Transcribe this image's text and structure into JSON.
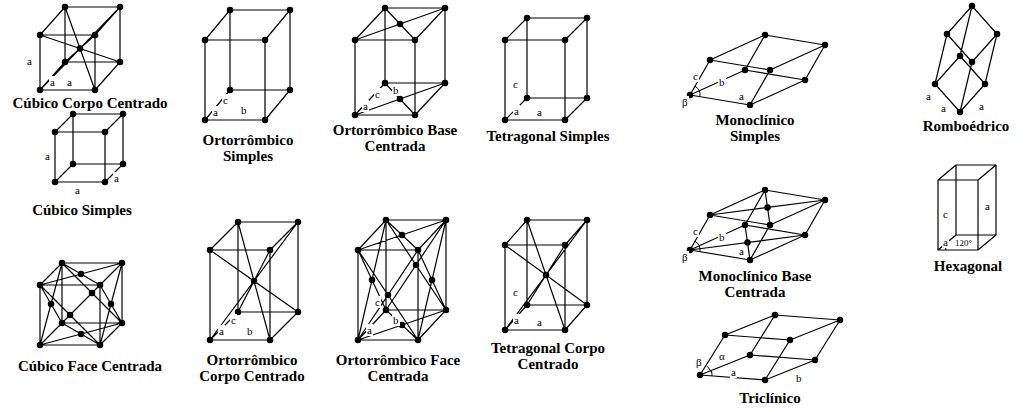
{
  "diagram": {
    "labels": [
      "a",
      "a",
      "a",
      "Cúbico Corpo Centrado",
      "a",
      "a",
      "a",
      "Cúbico Simples",
      "Cúbico Face Centrada",
      "a",
      "c",
      "b",
      "Ortorrômbico Simples",
      "a",
      "c",
      "b",
      "Ortorrômbico Corpo Centrado",
      "a",
      "c",
      "b",
      "Ortorrômbico Base Centrada",
      "c",
      "a",
      "b",
      "Ortorrômbico Face Centrada",
      "c",
      "a",
      "a",
      "Tetragonal Simples",
      "c",
      "a",
      "a",
      "Tetragonal Corpo Centrado",
      "c",
      "b",
      "a",
      "β",
      "Monoclínico Simples",
      "c",
      "b",
      "a",
      "β",
      "Monoclínico Base Centrada",
      "a",
      "β",
      "α",
      "b",
      "Triclínico",
      "a",
      "a",
      "a",
      "Romboédrico",
      "c",
      "a",
      "a",
      "120°",
      "Hexagonal"
    ]
  }
}
